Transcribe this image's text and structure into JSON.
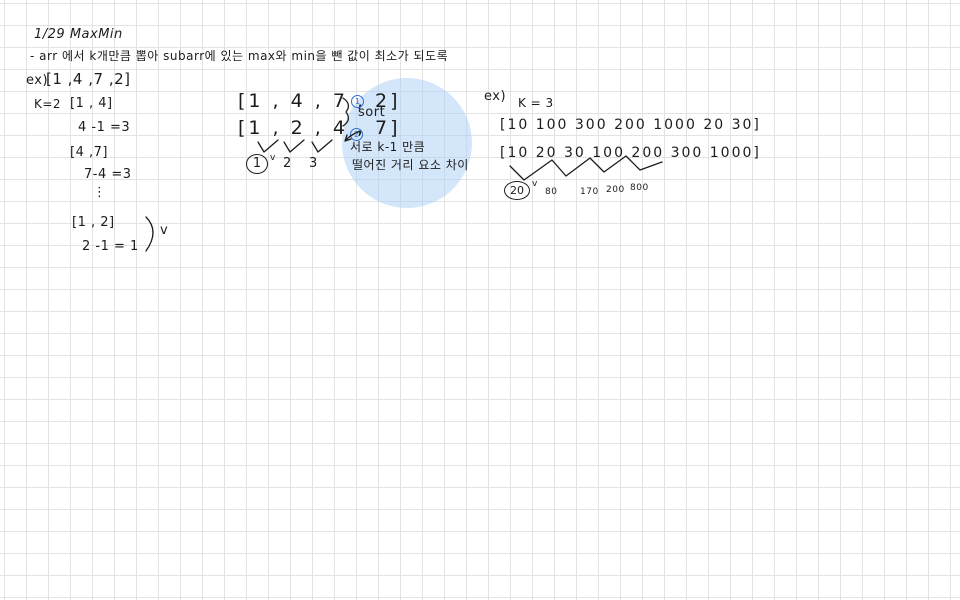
{
  "header": {
    "date_title": "1/29 MaxMin",
    "problem": "- arr 에서 k개만큼 뽑아 subarr에 있는 max와 min을 뺀 값이 최소가 되도록"
  },
  "left_example": {
    "label": "ex)",
    "array": "[1 ,4 ,7 ,2]",
    "k": "K=2",
    "steps": [
      {
        "subarray": "[1 , 4]",
        "calc": "4 -1 =3"
      },
      {
        "subarray": "[4 ,7]",
        "calc": "7-4 =3"
      },
      {
        "subarray": "[1 , 2]",
        "calc": "2 -1 = 1"
      }
    ],
    "ellipsis": "⋮",
    "best_mark": "v"
  },
  "middle_example": {
    "original": "[1 , 4 , 7 , 2]",
    "sorted": "[1 , 2 , 4 , 7]",
    "step1_badge": "1",
    "step1_text": "sort",
    "step2_badge": "2",
    "step2_line1": "서로 k-1 만큼",
    "step2_line2": "떨어진 거리 요소 차이",
    "diffs": [
      "1",
      "2",
      "3"
    ],
    "check": "v"
  },
  "right_example": {
    "label": "ex)",
    "k": "K = 3",
    "original": "[10  100  300  200  1000  20   30]",
    "sorted": "[10   20  30  100  200  300  1000]",
    "diffs": [
      "20",
      "80",
      "170",
      "200",
      "800"
    ],
    "check": "v"
  }
}
